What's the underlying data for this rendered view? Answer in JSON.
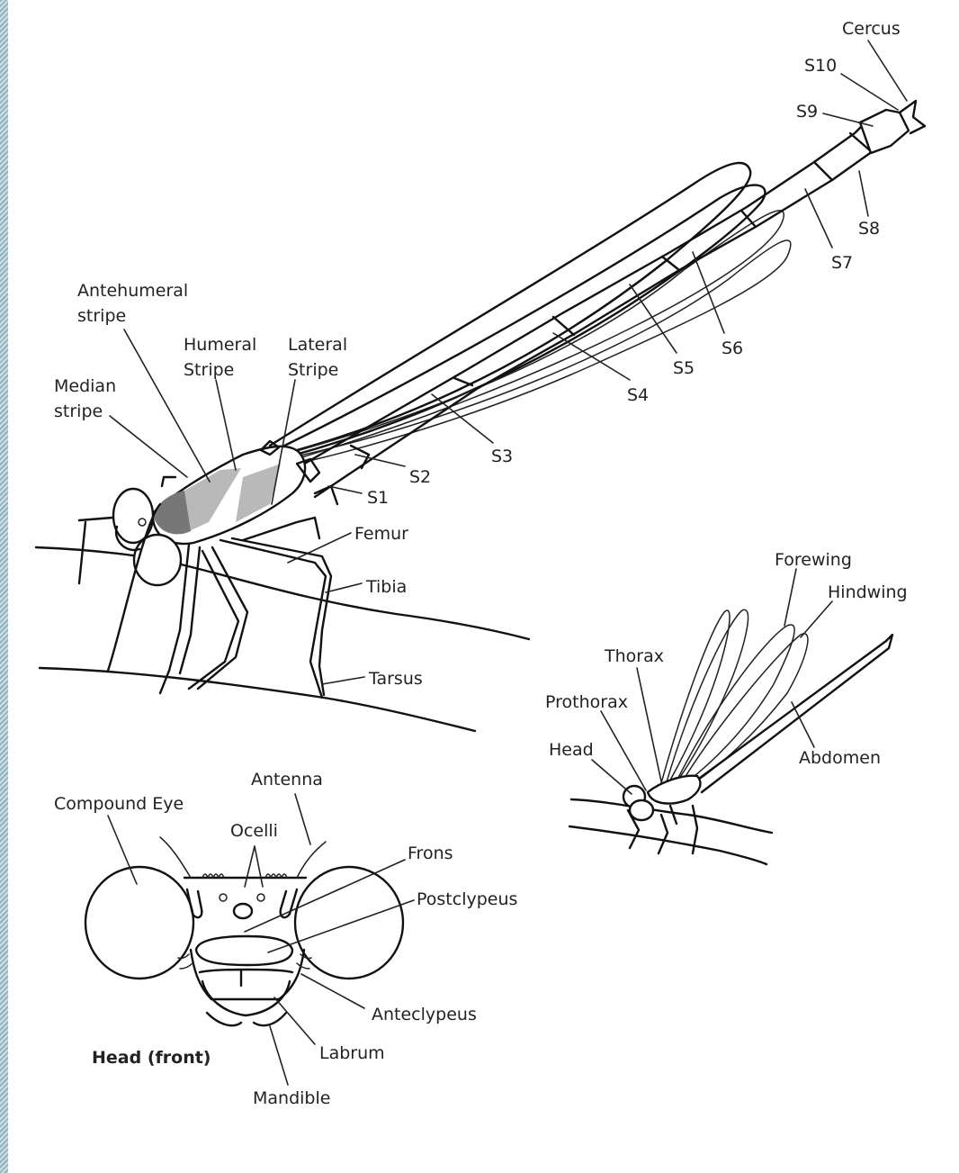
{
  "labels": {
    "cercus": "Cercus",
    "s10": "S10",
    "s9": "S9",
    "s8": "S8",
    "s7": "S7",
    "s6": "S6",
    "s5": "S5",
    "s4": "S4",
    "s3": "S3",
    "s2": "S2",
    "s1": "S1",
    "antehumeral_1": "Antehumeral",
    "antehumeral_2": "stripe",
    "humeral_1": "Humeral",
    "humeral_2": "Stripe",
    "lateral_1": "Lateral",
    "lateral_2": "Stripe",
    "median_1": "Median",
    "median_2": "stripe",
    "femur": "Femur",
    "tibia": "Tibia",
    "tarsus": "Tarsus",
    "forewing": "Forewing",
    "hindwing": "Hindwing",
    "thorax": "Thorax",
    "prothorax": "Prothorax",
    "head": "Head",
    "abdomen": "Abdomen",
    "compound_eye": "Compound Eye",
    "antenna": "Antenna",
    "ocelli": "Ocelli",
    "frons": "Frons",
    "postclypeus": "Postclypeus",
    "anteclypeus": "Anteclypeus",
    "labrum": "Labrum",
    "mandible": "Mandible",
    "head_front_caption": "Head (front)"
  }
}
